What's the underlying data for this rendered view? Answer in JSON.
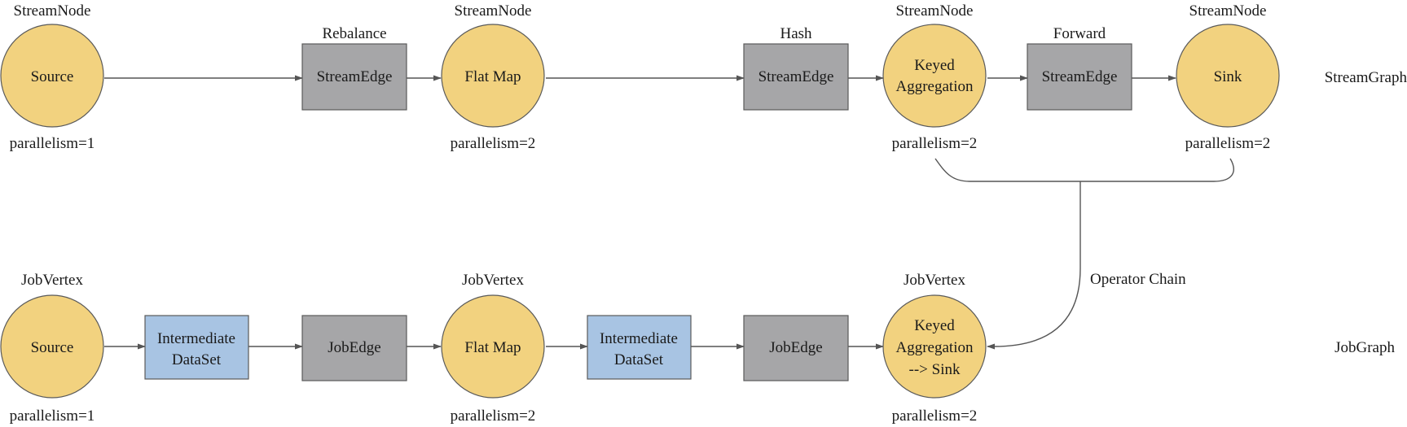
{
  "stream_graph": {
    "graph_label": "StreamGraph",
    "nodes": [
      {
        "type_label": "StreamNode",
        "name_lines": [
          "Source"
        ],
        "parallelism": "parallelism=1"
      },
      {
        "type_label": "StreamNode",
        "name_lines": [
          "Flat Map"
        ],
        "parallelism": "parallelism=2"
      },
      {
        "type_label": "StreamNode",
        "name_lines": [
          "Keyed",
          "Aggregation"
        ],
        "parallelism": "parallelism=2"
      },
      {
        "type_label": "StreamNode",
        "name_lines": [
          "Sink"
        ],
        "parallelism": "parallelism=2"
      }
    ],
    "edges": [
      {
        "partition_label": "Rebalance",
        "name": "StreamEdge"
      },
      {
        "partition_label": "Hash",
        "name": "StreamEdge"
      },
      {
        "partition_label": "Forward",
        "name": "StreamEdge"
      }
    ]
  },
  "job_graph": {
    "graph_label": "JobGraph",
    "vertices": [
      {
        "type_label": "JobVertex",
        "name_lines": [
          "Source"
        ],
        "parallelism": "parallelism=1"
      },
      {
        "type_label": "JobVertex",
        "name_lines": [
          "Flat Map"
        ],
        "parallelism": "parallelism=2"
      },
      {
        "type_label": "JobVertex",
        "name_lines": [
          "Keyed",
          "Aggregation",
          "--> Sink"
        ],
        "parallelism": "parallelism=2"
      }
    ],
    "datasets": [
      {
        "name_lines": [
          "Intermediate",
          "DataSet"
        ]
      },
      {
        "name_lines": [
          "Intermediate",
          "DataSet"
        ]
      }
    ],
    "edges": [
      {
        "name": "JobEdge"
      },
      {
        "name": "JobEdge"
      }
    ]
  },
  "operator_chain_label": "Operator Chain"
}
